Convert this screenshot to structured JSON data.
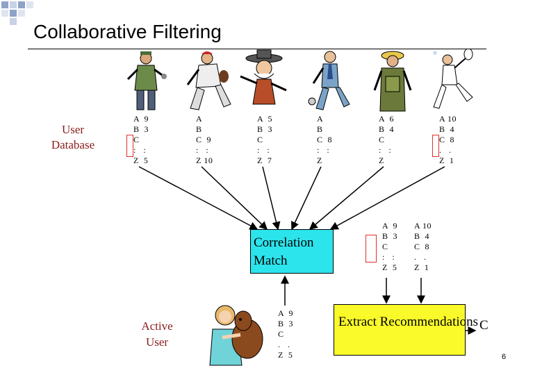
{
  "title": "Collaborative Filtering",
  "user_database_label": "User Database",
  "active_user_label": "Active User",
  "correlation_box": "Correlation Match",
  "extract_box": "Extract Recommendations",
  "result": "C",
  "page_number": "6",
  "users": [
    {
      "figure": "mechanic-icon",
      "ratings": "A  9\nB  3\nC\n:   :\nZ  5"
    },
    {
      "figure": "baseball-player-icon",
      "ratings": "A\nB\nC  9\n:   :\nZ 10"
    },
    {
      "figure": "cowboy-icon",
      "ratings": "A  5\nB  3\nC\n:   :\nZ  7"
    },
    {
      "figure": "businessman-icon",
      "ratings": "A\nB\nC  8\n:   :\nZ"
    },
    {
      "figure": "farmer-icon",
      "ratings": "A  6\nB  4\nC\n:   :\nZ"
    },
    {
      "figure": "tennis-player-icon",
      "ratings": "A 10\nB  4\nC  8\n.   .\nZ  1"
    }
  ],
  "matched_users": [
    {
      "ratings": "A  9\nB  3\nC\n:   :\nZ  5"
    },
    {
      "ratings": "A 10\nB  4\nC  8\n.   .\nZ  1"
    }
  ],
  "active_user": {
    "figure": "woman-with-dog-icon",
    "ratings": "A  9\nB  3\nC\n.   .\nZ  5"
  },
  "colors": {
    "accent_label": "#8b1a1a",
    "correlation_fill": "#2ce4ec",
    "extract_fill": "#fafa2a",
    "selection": "#e0302a"
  }
}
